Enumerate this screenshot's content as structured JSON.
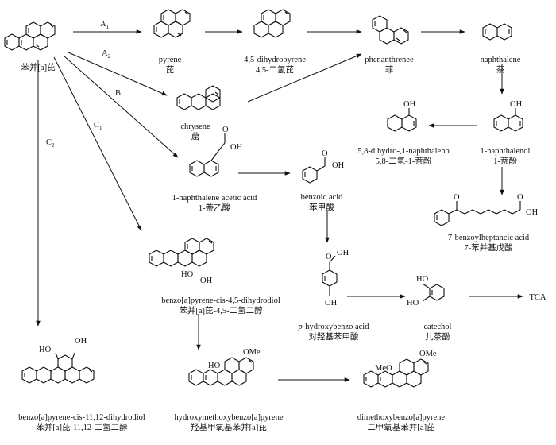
{
  "routes": {
    "a1": "A",
    "a1_sub": "1",
    "a2": "A",
    "a2_sub": "2",
    "b": "B",
    "c1": "C",
    "c1_sub": "1",
    "c2": "C",
    "c2_sub": "2"
  },
  "compounds": {
    "benzo_a_pyrene": {
      "cn": "苯并[a]芘"
    },
    "pyrene": {
      "en": "pyrene",
      "cn": "芘"
    },
    "dihydropyrene": {
      "en": "4,5-dihydropyrene",
      "cn": "4,5-二氢芘"
    },
    "phenanthrene": {
      "en": "phenanthrenee",
      "cn": "菲"
    },
    "naphthalene": {
      "en": "naphthalene",
      "cn": "萘"
    },
    "chrysene": {
      "en": "chrysene",
      "cn": "䓛"
    },
    "naphthalenol": {
      "en": "1-naphthalenol",
      "cn": "1-萘酚"
    },
    "dihydronaphthalenol": {
      "en": "5,8-dihydro-,1-naphthaleno",
      "cn": "5,8-二氢-1-萘酚"
    },
    "naphthalene_acetic_acid": {
      "en": "1-naphthalene acetic acid",
      "cn": "1-萘乙酸"
    },
    "benzoic_acid": {
      "en": "benzoic acid",
      "cn": "苯甲酸"
    },
    "benzoylheptanoic_acid": {
      "en": "7-benzoylheptancic acid",
      "cn": "7-苯并基戊酸"
    },
    "cis_4_5_dihydrodiol": {
      "en": "benzo[a]pyrene-cis-4,5-dihydrodiol",
      "cn": "苯并[a]芘-4,5-二氢二醇"
    },
    "p_hydroxybenzoic": {
      "en_prefix": "p",
      "en_rest": "-hydroxybenzo acid",
      "cn": "对羟基苯甲酸"
    },
    "catechol": {
      "en": "catechol",
      "cn": "儿茶酚"
    },
    "tca": {
      "en": "TCA"
    },
    "cis_11_12_dihydrodiol": {
      "en": "benzo[a]pyrene-cis-11,12-dihydrodiol",
      "cn": "苯并[a]芘-11,12-二氢二醇"
    },
    "hydroxymethoxy": {
      "en": "hydroxymethoxybenzo[a]pyrene",
      "cn": "羟基甲氧基苯并[a]芘"
    },
    "dimethoxy": {
      "en": "dimethoxybenzo[a]pyrene",
      "cn": "二甲氧基苯并[a]芘"
    }
  },
  "atoms": {
    "oh": "OH",
    "o": "O",
    "ho": "HO",
    "ome": "OMe",
    "meo": "MeO"
  }
}
